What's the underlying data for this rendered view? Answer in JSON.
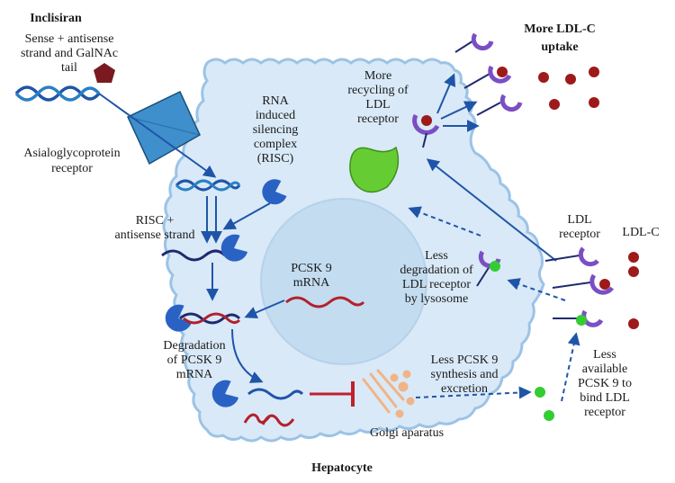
{
  "labels": {
    "inclisiran": "Inclisiran",
    "sense_1": "Sense + antisense",
    "sense_2": "strand and GalNAc",
    "sense_3": "tail",
    "asgpr_1": "Asialoglycoprotein",
    "asgpr_2": "receptor",
    "risc_1": "RNA",
    "risc_2": "induced",
    "risc_3": "silencing",
    "risc_4": "complex",
    "risc_5": "(RISC)",
    "risc_as_1": "RISC +",
    "risc_as_2": "antisense strand",
    "pcsk9_mrna_1": "PCSK 9",
    "pcsk9_mrna_2": "mRNA",
    "degr_1": "Degradation",
    "degr_2": "of PCSK 9",
    "degr_3": "mRNA",
    "recyc_1": "More",
    "recyc_2": "recycling of",
    "recyc_3": "LDL",
    "recyc_4": "receptor",
    "more_ldl_1": "More LDL-C",
    "more_ldl_2": "uptake",
    "lessdeg_1": "Less",
    "lessdeg_2": "degradation of",
    "lessdeg_3": "LDL receptor",
    "lessdeg_4": "by lysosome",
    "ldlr_1": "LDL",
    "ldlr_2": "receptor",
    "ldlc": "LDL-C",
    "lesssyn_1": "Less PCSK 9",
    "lesssyn_2": "synthesis and",
    "lesssyn_3": "excretion",
    "lessavail_1": "Less",
    "lessavail_2": "available",
    "lessavail_3": "PCSK 9 to",
    "lessavail_4": "bind LDL",
    "lessavail_5": "receptor",
    "golgi": "Golgi aparatus",
    "hepatocyte": "Hepatocyte"
  },
  "colors": {
    "cell_fill": "#d9e9f7",
    "cell_stroke": "#9cc3e6",
    "nucleus_fill": "#c3dcf0",
    "arrow": "#1f55a8",
    "rna_blue": "#1f55a8",
    "rna_red": "#b3202c",
    "risc": "#2a62c4",
    "receptor": "#7b4fc4",
    "ldl": "#9e1a1a",
    "pcsk9": "#33cc33",
    "lysosome": "#66cc33",
    "inhibit": "#c0202c",
    "asgpr": "#3e8fcc",
    "galnac": "#7a1a20"
  }
}
